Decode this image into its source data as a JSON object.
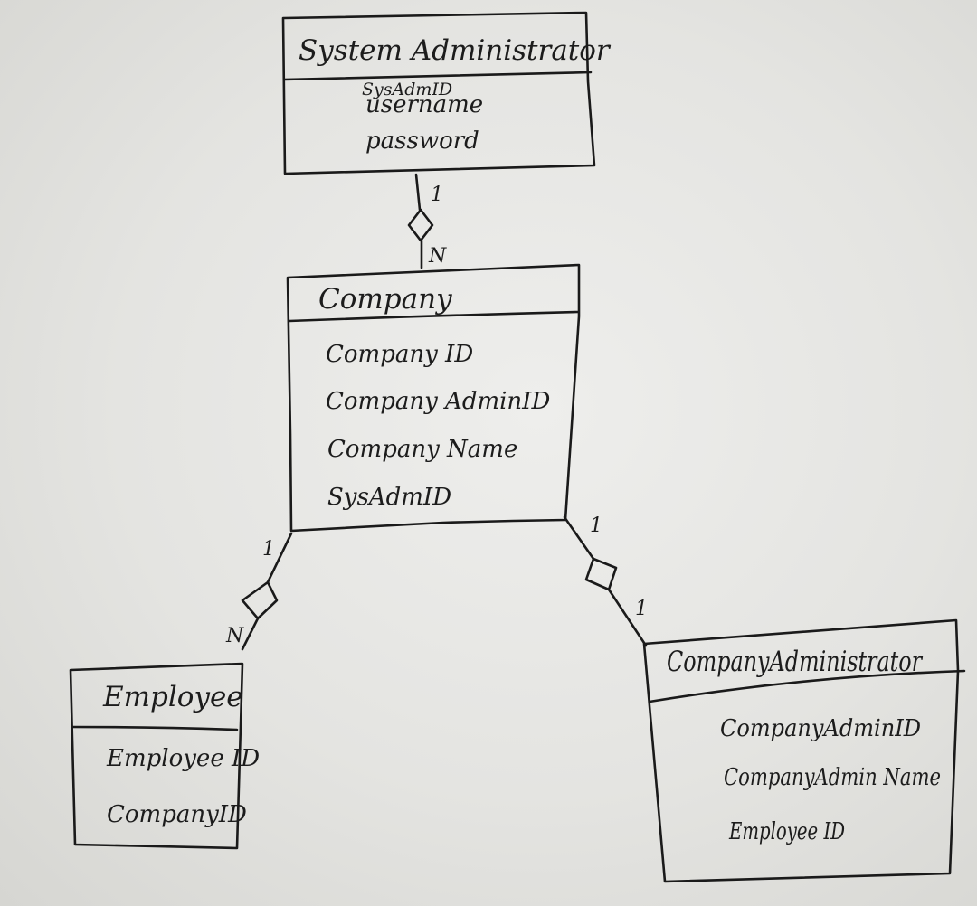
{
  "entities": {
    "system_admin": {
      "title": "System Administrator",
      "attributes": [
        "SysAdmID",
        "username",
        "password"
      ]
    },
    "company": {
      "title": "Company",
      "attributes": [
        "Company ID",
        "Company AdminID",
        "Company Name",
        "SysAdmID"
      ]
    },
    "employee": {
      "title": "Employee",
      "attributes": [
        "Employee ID",
        "CompanyID"
      ]
    },
    "company_admin": {
      "title": "CompanyAdministrator",
      "attributes": [
        "CompanyAdminID",
        "CompanyAdmin Name",
        "Employee ID"
      ]
    }
  },
  "relationships": {
    "sysadmin_company": {
      "end_a": "1",
      "end_b": "N"
    },
    "company_employee": {
      "end_a": "1",
      "end_b": "N"
    },
    "company_companyadmin": {
      "end_a": "1",
      "end_b": "1"
    }
  }
}
